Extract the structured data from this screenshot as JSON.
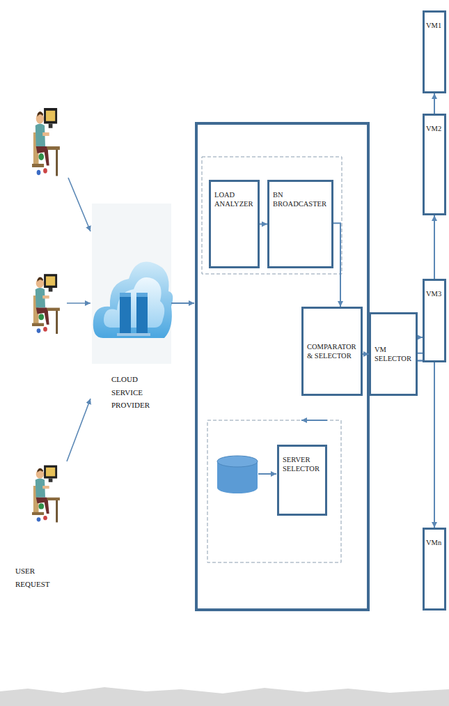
{
  "diagram": {
    "nodes": [
      {
        "text": [
          "LOAD ANALYZER"
        ]
      },
      {
        "text": [
          "BN BROADCASTER"
        ]
      },
      {
        "text": [
          "SERVER SELECTOR"
        ]
      },
      {
        "text": [
          "COMPARATOR & SELECTOR"
        ]
      },
      {
        "text": [
          "VM SELECTOR"
        ]
      },
      {
        "text": [
          "VM1"
        ]
      },
      {
        "text": [
          "VM2"
        ]
      },
      {
        "text": [
          "VM3"
        ]
      },
      {
        "text": [
          "VMn"
        ]
      }
    ],
    "edges": [
      {
        "from": 0,
        "to": 1,
        "arrow": "to"
      },
      {
        "from": 1,
        "to": 3,
        "arrow": "to"
      },
      {
        "from": 2,
        "to": 3,
        "arrow": "to"
      },
      {
        "from": 3,
        "to": 4,
        "arrow": "to"
      },
      {
        "from": 4,
        "to": 5,
        "arrow": "to"
      },
      {
        "from": 4,
        "to": 6,
        "arrow": "to"
      },
      {
        "from": 4,
        "to": 7,
        "arrow": "to"
      },
      {
        "from": 4,
        "to": 8,
        "arrow": "to"
      }
    ],
    "labels": [
      "CLOUD SERVICE PROVIDER",
      "USER REQUEST"
    ]
  }
}
